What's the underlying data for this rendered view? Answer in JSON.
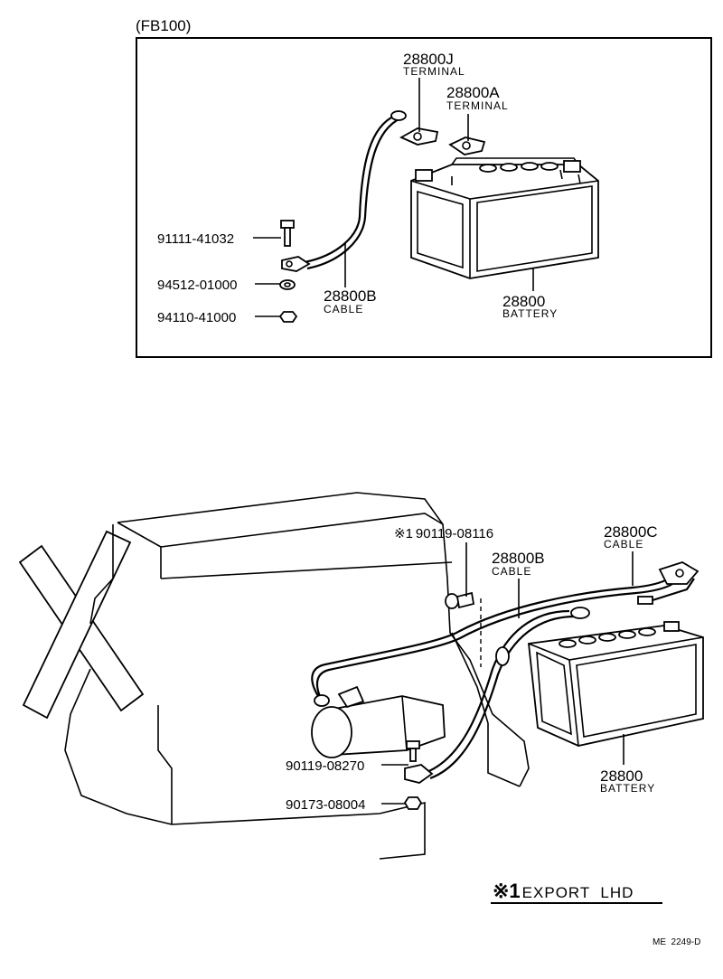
{
  "top_panel": {
    "model": "(FB100)",
    "parts": {
      "terminal_j": {
        "number": "28800J",
        "name": "TERMINAL"
      },
      "terminal_a": {
        "number": "28800A",
        "name": "TERMINAL"
      },
      "bolt": {
        "number": "91111-41032"
      },
      "washer": {
        "number": "94512-01000"
      },
      "nut": {
        "number": "94110-41000"
      },
      "cable": {
        "number": "28800B",
        "name": "CABLE"
      },
      "battery": {
        "number": "28800",
        "name": "BATTERY"
      }
    }
  },
  "bottom_panel": {
    "parts": {
      "clamp": {
        "mark": "※1",
        "number": "90119-08116"
      },
      "cable_b": {
        "number": "28800B",
        "name": "CABLE"
      },
      "cable_c": {
        "number": "28800C",
        "name": "CABLE"
      },
      "bolt": {
        "number": "90119-08270"
      },
      "nut": {
        "number": "90173-08004"
      },
      "battery": {
        "number": "28800",
        "name": "BATTERY"
      }
    },
    "legend": {
      "mark": "※1",
      "text": "EXPORT  LHD"
    }
  },
  "footer": {
    "code": "ME  2249-D"
  }
}
